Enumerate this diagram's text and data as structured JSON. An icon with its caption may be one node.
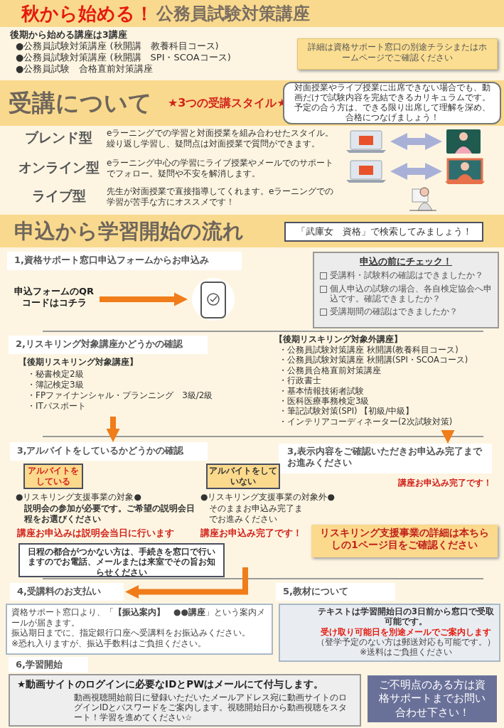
{
  "diagram": {
    "nodes": [
      {
        "text": [
          "秋から始める！",
          "公務員試験対策講座"
        ]
      },
      {
        "text": [
          "後期から始める講座は3講座",
          "●公務員試験対策講座 (秋開講　教養科目コース)",
          "●公務員試験対策講座 (秋開講　SPI・SCOAコース)",
          "●公務員試験　合格直前対策講座"
        ]
      },
      {
        "text": [
          "詳細は資格サポート窓口の別途チラシまたはホームページでご確認ください"
        ]
      },
      {
        "text": [
          "受講について",
          "★3つの受講スタイル★"
        ]
      },
      {
        "text": [
          "対面授業やライブ授業に出席できない場合でも、動画だけで試験内容を完結できるカリキュラムです。予定の合う方は、できる限り出席して理解を深め、合格につなげましょう！"
        ],
        "in": 3
      },
      {
        "text": [],
        "shape": "picture"
      },
      {
        "text": [],
        "shape": "picture"
      },
      {
        "text": [],
        "shape": "picture"
      },
      {
        "text": [],
        "shape": "picture"
      },
      {
        "text": [
          "申込から学習開始の流れ"
        ]
      },
      {
        "text": [
          "「武庫女　資格」で検索してみましょう！"
        ],
        "in": 9
      },
      {
        "text": [
          "1,資格サポート窓口申込フォームからお申込み"
        ]
      },
      {
        "text": [
          "申込フォームのQRコードはコチラ"
        ]
      },
      {
        "text": [
          "申込の前にチェック！",
          "受講料・試験料の確認はできましたか？",
          "個人申込の試験の場合、各自検定協会へ申込です。確認できましたか？",
          "受講期間の確認はできましたか？"
        ]
      },
      {
        "text": [
          "2,リスキリング対象講座かどうかの確認"
        ]
      },
      {
        "text": [
          "【後期リスキリング対象講座】",
          "・秘書検定2級",
          "・簿記検定3級",
          "・FPファイナンシャル・プランニング　3級/2級",
          "・ITパスポート"
        ]
      },
      {
        "text": [
          "【後期リスキリング対象外講座】",
          "・公務員試験対策講座 秋開講(教養科目コース)",
          "・公務員試験対策講座 秋開講(SPI・SCOAコース)",
          "・公務員合格直前対策講座",
          "・行政書士",
          "・基本情報技術者試験",
          "・医科医療事務検定3級",
          "・筆記試験対策(SPI) 【初級/中級】",
          "・インテリアコーディネーター(2次試験対策)"
        ]
      },
      {
        "text": [
          "3,アルバイトをしているかどうかの確認"
        ]
      },
      {
        "text": [
          "3,表示内容をご確認いただきお申込み完了までお進みください"
        ],
        "beside": [
          "講座お申込み完了です！"
        ]
      },
      {
        "text": [
          "アルバイトをしている"
        ],
        "beside": [
          "●リスキリング支援事業の対象●",
          "説明会の参加が必要です。ご希望の説明会日程をお選びください",
          "講座お申込みは説明会当日に行います"
        ]
      },
      {
        "text": [
          "アルバイトをしていない"
        ],
        "beside": [
          "●リスキリング支援事業の対象外●",
          "そのままお申込み完了までお進みください",
          "講座お申込み完了です！"
        ]
      },
      {
        "text": [
          "日程の都合がつかない方は、手続きを窓口で行いますのでお電話、メールまたは来室でその旨お知らせください"
        ]
      },
      {
        "text": [
          "リスキリング支援事業の詳細は本ちらしの1ページ目をご確認ください"
        ]
      },
      {
        "text": [
          "4,受講料のお支払い"
        ]
      },
      {
        "text": [
          "資格サポート窓口より、「**【振込案内】　●●講座**」という案内メールが届きます。",
          "振込期日までに、指定銀行口座へ受講料をお振込みください。",
          "※恐れ入りますが、振込手数料はご負担ください。"
        ]
      },
      {
        "text": [
          "5,教材について"
        ]
      },
      {
        "text": [
          "テキストは学習開始日の3日前から窓口で受取可能です。",
          "受け取り可能日を別途メールでご案内します",
          "（登学予定のない方は郵送対応も可能です。）",
          "※送料はご負担ください"
        ]
      },
      {
        "text": [
          "6,学習開始"
        ]
      },
      {
        "text": [
          "★動画サイトのログインに必要なIDとPWはメールにて付与します。",
          "動画視聴開始前日に登録いただいたメールアドレス宛に動画サイトのログインIDとパスワードをご案内します。視聴開始日から動画視聴をスタート！学習を進めてください☆"
        ]
      },
      {
        "text": [
          "ご不明点のある方は資格サポートまでお問い合わせ下さい！"
        ]
      },
      {
        "text": [],
        "shape": "picture"
      }
    ],
    "edges": [
      {
        "from": 5,
        "to": 6,
        "arrow": "both",
        "color": "#a9b0d8"
      },
      {
        "from": 7,
        "to": 8,
        "arrow": "both",
        "color": "#a9b0d8"
      },
      {
        "from": 12,
        "to": 30,
        "arrow": "to"
      },
      {
        "from": 15,
        "to": 17,
        "arrow": "to"
      },
      {
        "from": 16,
        "to": 18,
        "arrow": "to"
      },
      {
        "from": null,
        "to": 23,
        "arrow": "to"
      }
    ],
    "labels": [
      "ブレンド型",
      "eラーニングでの学習と対面授業を組み合わせたスタイル。繰り返し学習し、疑問点は対面授業で質問ができます。",
      "オンライン型",
      "eラーニング中心の学習にライブ授業やメールでのサポートでフォロー。疑問や不安を解消します。",
      "ライブ型",
      "先生が対面授業で直接指導してくれます。eラーニングでの学習が苦手な方にオススメです！"
    ]
  }
}
